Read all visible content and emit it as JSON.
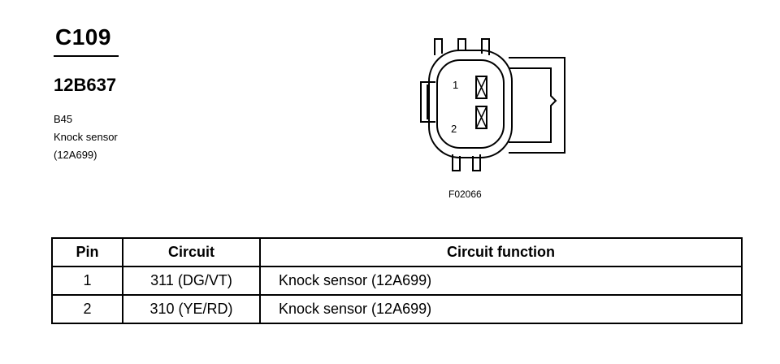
{
  "connector": {
    "id": "C109",
    "part_number": "12B637",
    "component_code": "B45",
    "component_name": "Knock sensor",
    "component_part": "(12A699)"
  },
  "diagram": {
    "pin_labels": [
      "1",
      "2"
    ],
    "figure_code": "F02066"
  },
  "table": {
    "headers": [
      "Pin",
      "Circuit",
      "Circuit function"
    ],
    "rows": [
      {
        "pin": "1",
        "circuit": "311 (DG/VT)",
        "function": "Knock sensor (12A699)"
      },
      {
        "pin": "2",
        "circuit": "310 (YE/RD)",
        "function": "Knock sensor (12A699)"
      }
    ]
  }
}
